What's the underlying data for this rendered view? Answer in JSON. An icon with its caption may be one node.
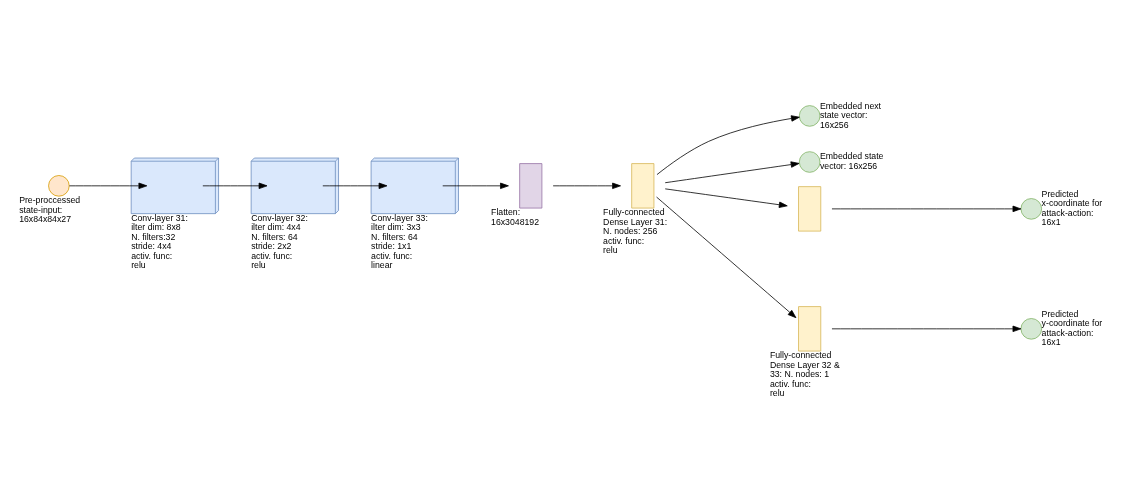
{
  "diagram": {
    "nodes": [
      {
        "text": [],
        "shape": "circle",
        "beside": [
          "Pre-proccessed state-input: 16x84x84x27"
        ]
      },
      {
        "text": [],
        "shape": "box",
        "beside": [
          "Conv-layer 31: ilter dim: 8x8 N. filters:32 stride: 4x4 activ. func: relu"
        ]
      },
      {
        "text": [],
        "shape": "box",
        "beside": [
          "Conv-layer 32: ilter dim: 4x4 N. filters: 64 stride: 2x2 activ. func: relu"
        ]
      },
      {
        "text": [],
        "shape": "box",
        "beside": [
          "Conv-layer 33: ilter dim: 3x3 N. filters: 64 stride: 1x1 activ. func: linear"
        ]
      },
      {
        "text": [],
        "shape": "bar",
        "beside": [
          "Flatten: 16x3048192"
        ]
      },
      {
        "text": [],
        "shape": "bar",
        "beside": [
          "Fully-connected Dense Layer 31: N. nodes: 256 activ. func: relu"
        ]
      },
      {
        "text": [],
        "shape": "circle",
        "beside": [
          "Embedded next state vector: 16x256"
        ]
      },
      {
        "text": [],
        "shape": "circle",
        "beside": [
          "Embedded state vector: 16x256"
        ]
      },
      {
        "text": [],
        "shape": "bar"
      },
      {
        "text": [],
        "shape": "circle",
        "beside": [
          "Predicted x-coordinate for attack-action: 16x1"
        ]
      },
      {
        "text": [],
        "shape": "bar",
        "beside": [
          "Fully-connected Dense Layer 32 & 33: N. nodes: 1 activ. func: relu"
        ]
      },
      {
        "text": [],
        "shape": "circle",
        "beside": [
          "Predicted y-coordinate for attack-action: 16x1"
        ]
      }
    ],
    "edges": [
      {
        "from": 0,
        "to": 1,
        "arrow": "to"
      },
      {
        "from": 1,
        "to": 2,
        "arrow": "to"
      },
      {
        "from": 2,
        "to": 3,
        "arrow": "to"
      },
      {
        "from": 3,
        "to": 4,
        "arrow": "to"
      },
      {
        "from": 4,
        "to": 5,
        "arrow": "to"
      },
      {
        "from": 5,
        "to": 6,
        "arrow": "to"
      },
      {
        "from": 5,
        "to": 7,
        "arrow": "to"
      },
      {
        "from": 5,
        "to": 8,
        "arrow": "to"
      },
      {
        "from": 5,
        "to": 10,
        "arrow": "to"
      },
      {
        "from": 8,
        "to": 9,
        "arrow": "to"
      },
      {
        "from": 10,
        "to": 11,
        "arrow": "to"
      }
    ]
  }
}
